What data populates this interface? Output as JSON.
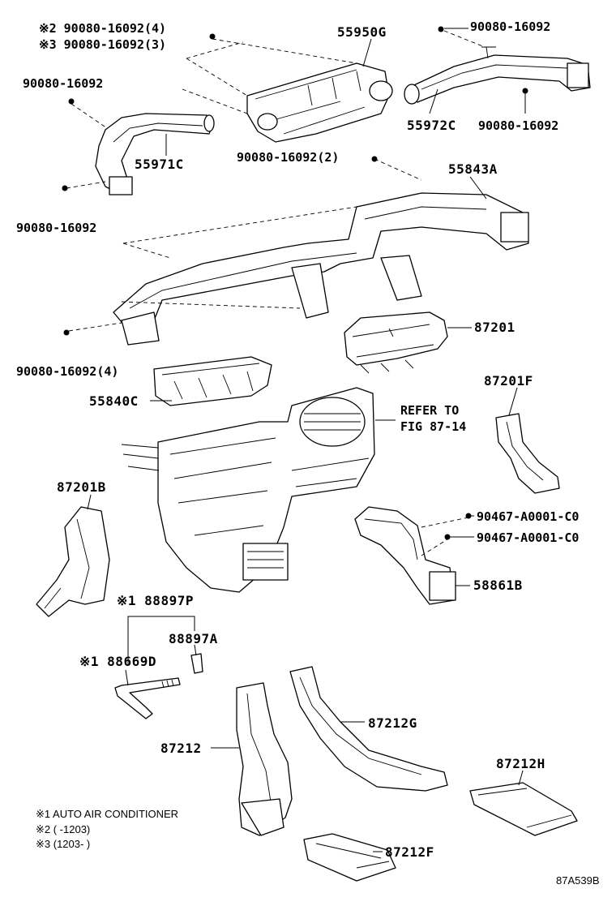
{
  "labels": {
    "bolt_top_left_2": "※2 90080-16092(4)",
    "bolt_top_left_3": "※3 90080-16092(3)",
    "duct_55950g": "55950G",
    "bolt_top_right": "90080-16092",
    "bolt_left_upper": "90080-16092",
    "duct_55972c": "55972C",
    "bolt_55972c": "90080-16092",
    "duct_55971c": "55971C",
    "bolt_center_2": "90080-16092(2)",
    "duct_55843a": "55843A",
    "bolt_left_lower": "90080-16092",
    "duct_87201": "87201",
    "bolt_bottom_4": "90080-16092(4)",
    "duct_55840c": "55840C",
    "refer_line1": "REFER TO",
    "refer_line2": "FIG 87-14",
    "duct_87201f": "87201F",
    "duct_87201b": "87201B",
    "clip_upper": "90467-A0001-C0",
    "clip_lower": "90467-A0001-C0",
    "duct_58861b": "58861B",
    "hose_88897p": "※1 88897P",
    "hose_88897a": "88897A",
    "hose_88669d": "※1 88669D",
    "duct_87212": "87212",
    "duct_87212g": "87212G",
    "duct_87212h": "87212H",
    "duct_87212f": "87212F"
  },
  "notes": {
    "note1": "※1 AUTO AIR CONDITIONER",
    "note2": "※2 (        -1203)",
    "note3": "※3 (1203-        )"
  },
  "figure_code": "87A539B"
}
